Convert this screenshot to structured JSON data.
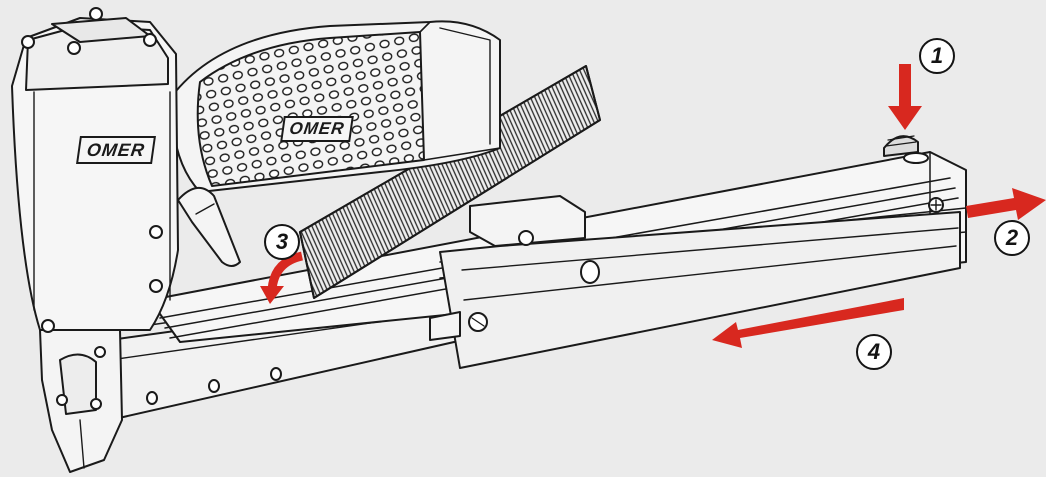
{
  "figure": {
    "brand_label": "OMER",
    "background_color": "#ebebeb",
    "line_color": "#1a1a1a",
    "body_fill": "#f4f4f4",
    "arrow_color": "#d8281f"
  },
  "steps": [
    {
      "number": "1",
      "action": "press-down",
      "icon": "down-arrow-icon"
    },
    {
      "number": "2",
      "action": "pull-right",
      "icon": "right-arrow-icon"
    },
    {
      "number": "3",
      "action": "insert-staples",
      "icon": "curved-arrow-icon"
    },
    {
      "number": "4",
      "action": "push-left",
      "icon": "left-arrow-icon"
    }
  ]
}
